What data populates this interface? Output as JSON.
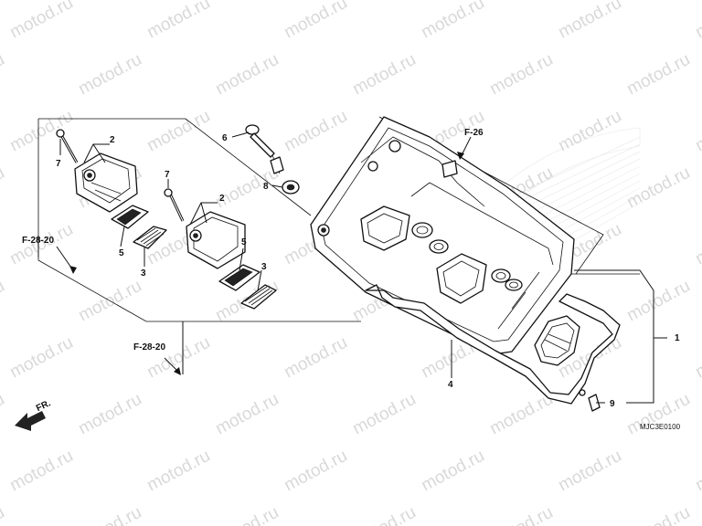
{
  "watermark_text": "motod.ru",
  "drawing_code": "MJC3E0100",
  "direction_label": "FR.",
  "refs": {
    "f26": "F-26",
    "f2820_left": "F-28-20",
    "f2820_bottom": "F-28-20"
  },
  "callouts": {
    "c1": "1",
    "c2a": "2",
    "c2b": "2",
    "c3a": "3",
    "c3b": "3",
    "c4": "4",
    "c5a": "5",
    "c5b": "5",
    "c6": "6",
    "c7a": "7",
    "c7b": "7",
    "c8": "8",
    "c9": "9"
  },
  "colors": {
    "ink": "#111111",
    "watermark": "#d9d9d9",
    "background": "#ffffff"
  }
}
